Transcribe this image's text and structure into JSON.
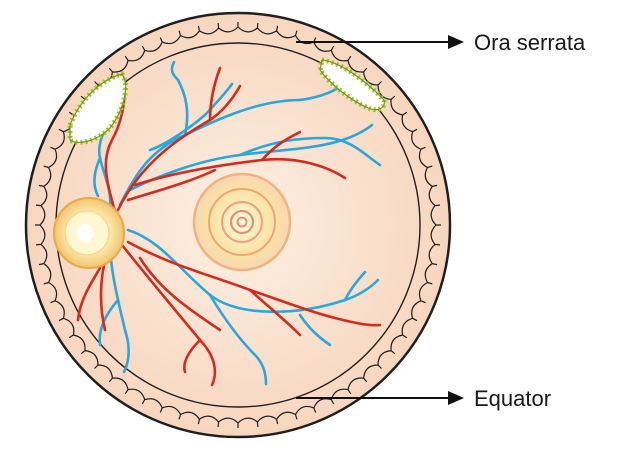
{
  "labels": {
    "ora_serrata": "Ora serrata",
    "equator": "Equator"
  },
  "colors": {
    "retina_fill": "#f8dcc6",
    "retina_center": "#fdeede",
    "outline": "#222222",
    "artery": "#d42a1e",
    "vein": "#29a8dc",
    "optic_disc_outer": "#f6cf8a",
    "optic_disc_inner": "#fff7c8",
    "macula_ring": "#f4a07a",
    "macula_fill": "#fbe6a2",
    "lesion_border": "#9ec327",
    "arrow": "#111111"
  },
  "icons": [
    "optic-disc",
    "macula",
    "lattice-lesion"
  ]
}
